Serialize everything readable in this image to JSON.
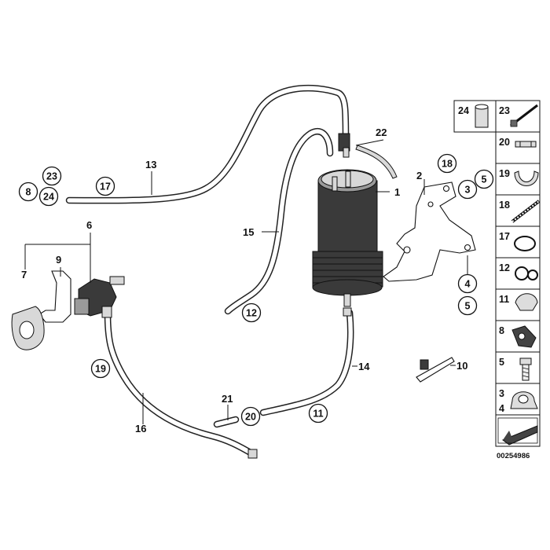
{
  "callouts": {
    "c1": "1",
    "c2": "2",
    "c3": "3",
    "c4": "4",
    "c5a": "5",
    "c5b": "5",
    "c6": "6",
    "c7": "7",
    "c8": "8",
    "c9": "9",
    "c10": "10",
    "c11": "11",
    "c12": "12",
    "c13": "13",
    "c14": "14",
    "c15": "15",
    "c16": "16",
    "c17": "17",
    "c18": "18",
    "c19": "19",
    "c20": "20",
    "c21": "21",
    "c22": "22",
    "c23": "23",
    "c24": "24"
  },
  "legend": {
    "items": [
      "24",
      "23",
      "20",
      "19",
      "18",
      "17",
      "12",
      "11",
      "8",
      "5",
      "3",
      "4"
    ]
  },
  "document_id": "00254986"
}
